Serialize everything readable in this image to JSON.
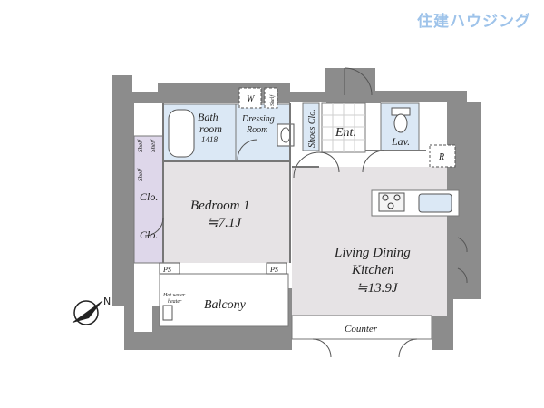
{
  "brand": {
    "logo_text": "住建ハウジング"
  },
  "colors": {
    "wall": "#8c8c8c",
    "room_gray": "#e6e3e5",
    "wet_blue": "#dbe8f5",
    "closet_purple": "#ded7ea",
    "brand": "#9ec3ea"
  },
  "rooms": {
    "bath": {
      "name_line1": "Bath",
      "name_line2": "room",
      "size": "1418"
    },
    "dressing": {
      "name_line1": "Dressing",
      "name_line2": "Room",
      "w_label": "W",
      "shelf": "Shelf"
    },
    "shoes": "Shoes Clo.",
    "entrance": "Ent.",
    "lavatory": "Lav.",
    "fridge": "R",
    "bedroom": {
      "name": "Bedroom 1",
      "size": "≒7.1J"
    },
    "ldk": {
      "name_line1": "Living Dining",
      "name_line2": "Kitchen",
      "size": "≒13.9J"
    },
    "closets": {
      "shelf_a": "Shelf",
      "shelf_b": "Shelf",
      "shelf_c": "Shelf",
      "clo_a": "Clo.",
      "clo_b": "Clo."
    },
    "ps_left": "PS",
    "ps_right": "PS",
    "balcony": {
      "name": "Balcony",
      "heater_line1": "Hot water",
      "heater_line2": "heater"
    },
    "counter": "Counter"
  },
  "compass": {
    "north": "N"
  }
}
